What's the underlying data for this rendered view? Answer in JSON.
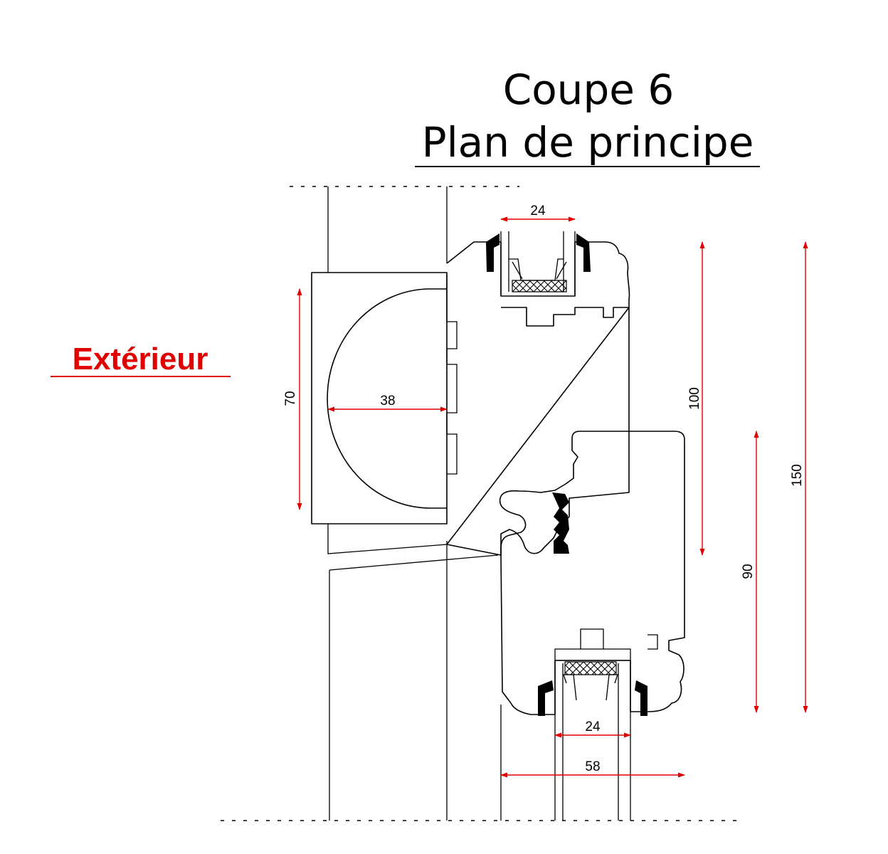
{
  "title": {
    "line1": "Coupe 6",
    "line2": "Plan de principe"
  },
  "side_label": "Extérieur",
  "colors": {
    "dimension": "#e10000",
    "outline": "#000000",
    "background": "#ffffff"
  },
  "dimensions": {
    "glazing_top": "24",
    "handle_depth": "38",
    "handle_height": "70",
    "height_100": "100",
    "height_90": "90",
    "height_150": "150",
    "glazing_bottom": "24",
    "frame_depth": "58"
  }
}
